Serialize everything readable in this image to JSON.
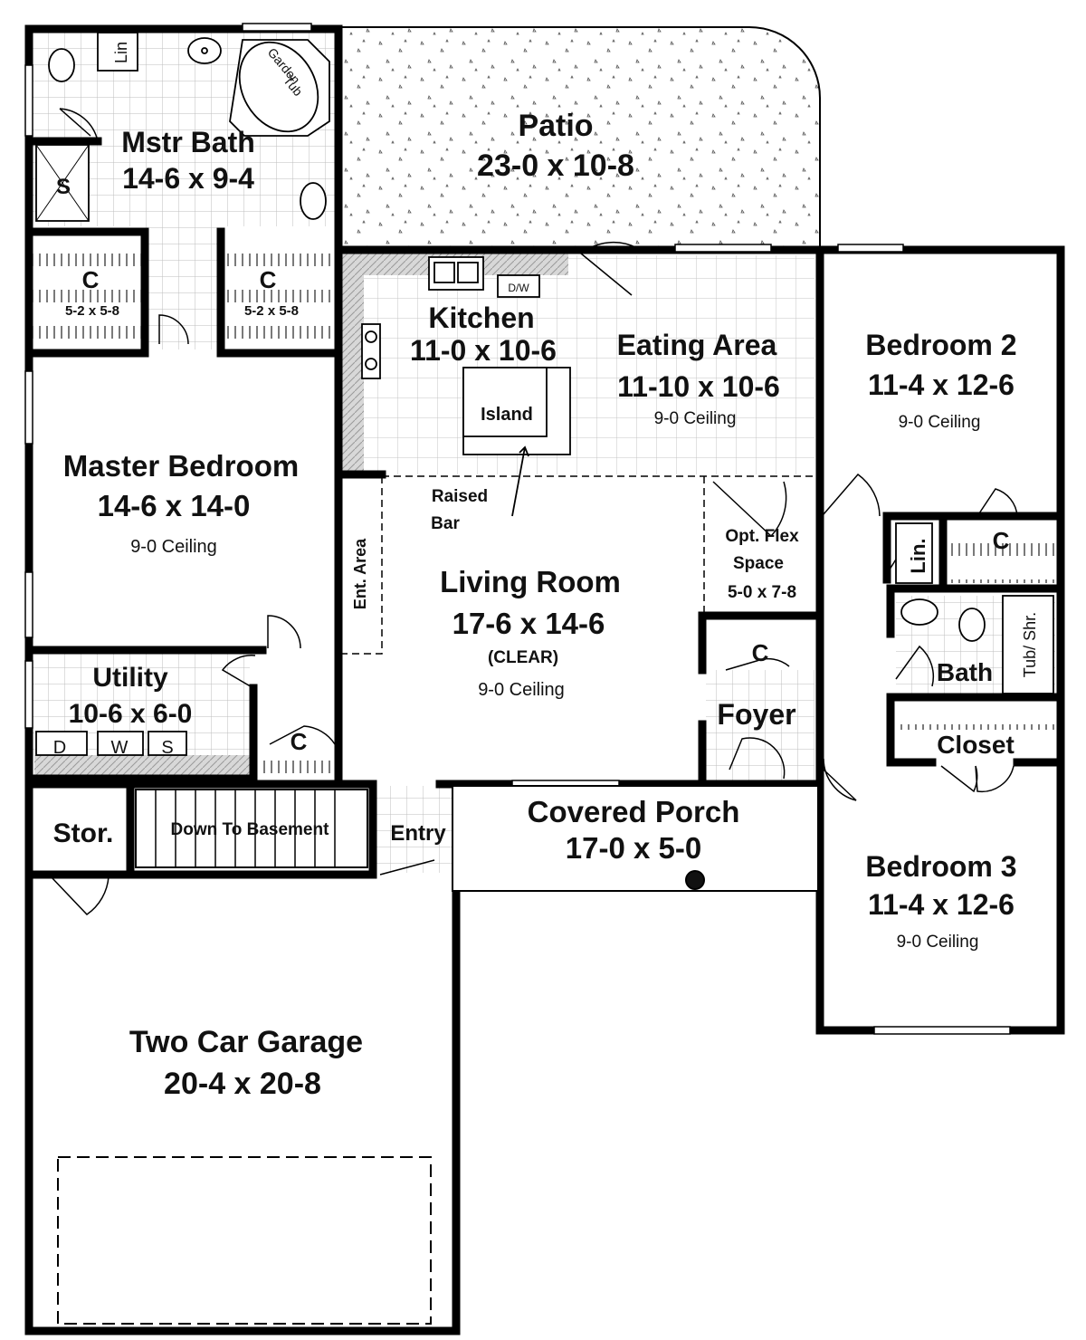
{
  "rooms": {
    "patio": {
      "name": "Patio",
      "size": "23-0 x 10-8"
    },
    "mstr_bath": {
      "name": "Mstr Bath",
      "size": "14-6 x 9-4"
    },
    "garden_tub": {
      "line1": "Garden",
      "line2": "Tub"
    },
    "linen_bath": "Lin",
    "shower": "S",
    "closet_left": {
      "name": "C",
      "size": "5-2 x 5-8"
    },
    "closet_right": {
      "name": "C",
      "size": "5-2 x 5-8"
    },
    "master_bedroom": {
      "name": "Master Bedroom",
      "size": "14-6 x 14-0",
      "ceiling": "9-0 Ceiling"
    },
    "kitchen": {
      "name": "Kitchen",
      "size": "11-0 x 10-6"
    },
    "dw": "D/W",
    "island": "Island",
    "raised_bar": {
      "line1": "Raised",
      "line2": "Bar"
    },
    "eating_area": {
      "name": "Eating Area",
      "size": "11-10 x 10-6",
      "ceiling": "9-0 Ceiling"
    },
    "bedroom2": {
      "name": "Bedroom 2",
      "size": "11-4 x 12-6",
      "ceiling": "9-0 Ceiling"
    },
    "ent_area": "Ent. Area",
    "living_room": {
      "name": "Living Room",
      "size": "17-6 x 14-6",
      "note": "(CLEAR)",
      "ceiling": "9-0 Ceiling"
    },
    "flex": {
      "line1": "Opt. Flex",
      "line2": "Space",
      "size": "5-0 x 7-8"
    },
    "linen_hall": "Lin.",
    "closet_hall": "C",
    "bath": {
      "name": "Bath",
      "tub": "Tub/ Shr."
    },
    "closet_foyer": "C",
    "foyer": "Foyer",
    "utility": {
      "name": "Utility",
      "size": "10-6 x 6-0",
      "d": "D",
      "w": "W",
      "s": "S"
    },
    "closet_util": "C",
    "closet_bed": "Closet",
    "storage": "Stor.",
    "basement": "Down To Basement",
    "entry": "Entry",
    "covered_porch": {
      "name": "Covered Porch",
      "size": "17-0 x 5-0"
    },
    "bedroom3": {
      "name": "Bedroom 3",
      "size": "11-4 x 12-6",
      "ceiling": "9-0 Ceiling"
    },
    "garage": {
      "name": "Two Car Garage",
      "size": "20-4 x 20-8"
    }
  }
}
